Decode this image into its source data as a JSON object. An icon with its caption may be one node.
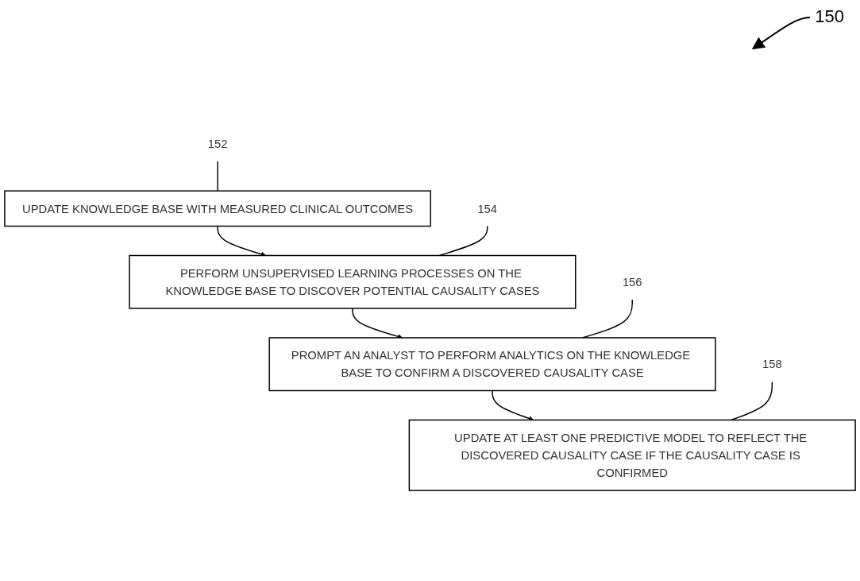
{
  "diagram": {
    "nodes": [
      {
        "text": [
          "152"
        ]
      },
      {
        "text": [
          "UPDATE KNOWLEDGE BASE WITH MEASURED CLINICAL OUTCOMES"
        ]
      },
      {
        "text": [
          "154"
        ]
      },
      {
        "text": [
          "PERFORM UNSUPERVISED LEARNING PROCESSES ON THE KNOWLEDGE BASE TO DISCOVER POTENTIAL CAUSALITY CASES"
        ]
      },
      {
        "text": [
          "156"
        ]
      },
      {
        "text": [
          "PROMPT AN ANALYST TO PERFORM ANALYTICS ON THE KNOWLEDGE BASE TO CONFIRM A DISCOVERED CAUSALITY CASE"
        ]
      },
      {
        "text": [
          "158"
        ]
      },
      {
        "text": [
          "UPDATE AT LEAST ONE PREDICTIVE MODEL TO REFLECT THE DISCOVERED CAUSALITY CASE IF THE CAUSALITY CASE IS CONFIRMED"
        ]
      }
    ],
    "edges": [
      {
        "from": 0,
        "to": 1,
        "arrow": "none"
      },
      {
        "from": 1,
        "to": 3,
        "arrow": "to"
      },
      {
        "from": 2,
        "to": 3,
        "arrow": "none"
      },
      {
        "from": 3,
        "to": 5,
        "arrow": "to"
      },
      {
        "from": 4,
        "to": 5,
        "arrow": "none"
      },
      {
        "from": 5,
        "to": 7,
        "arrow": "to"
      },
      {
        "from": 6,
        "to": 7,
        "arrow": "none"
      }
    ],
    "labels": [
      "150"
    ]
  }
}
